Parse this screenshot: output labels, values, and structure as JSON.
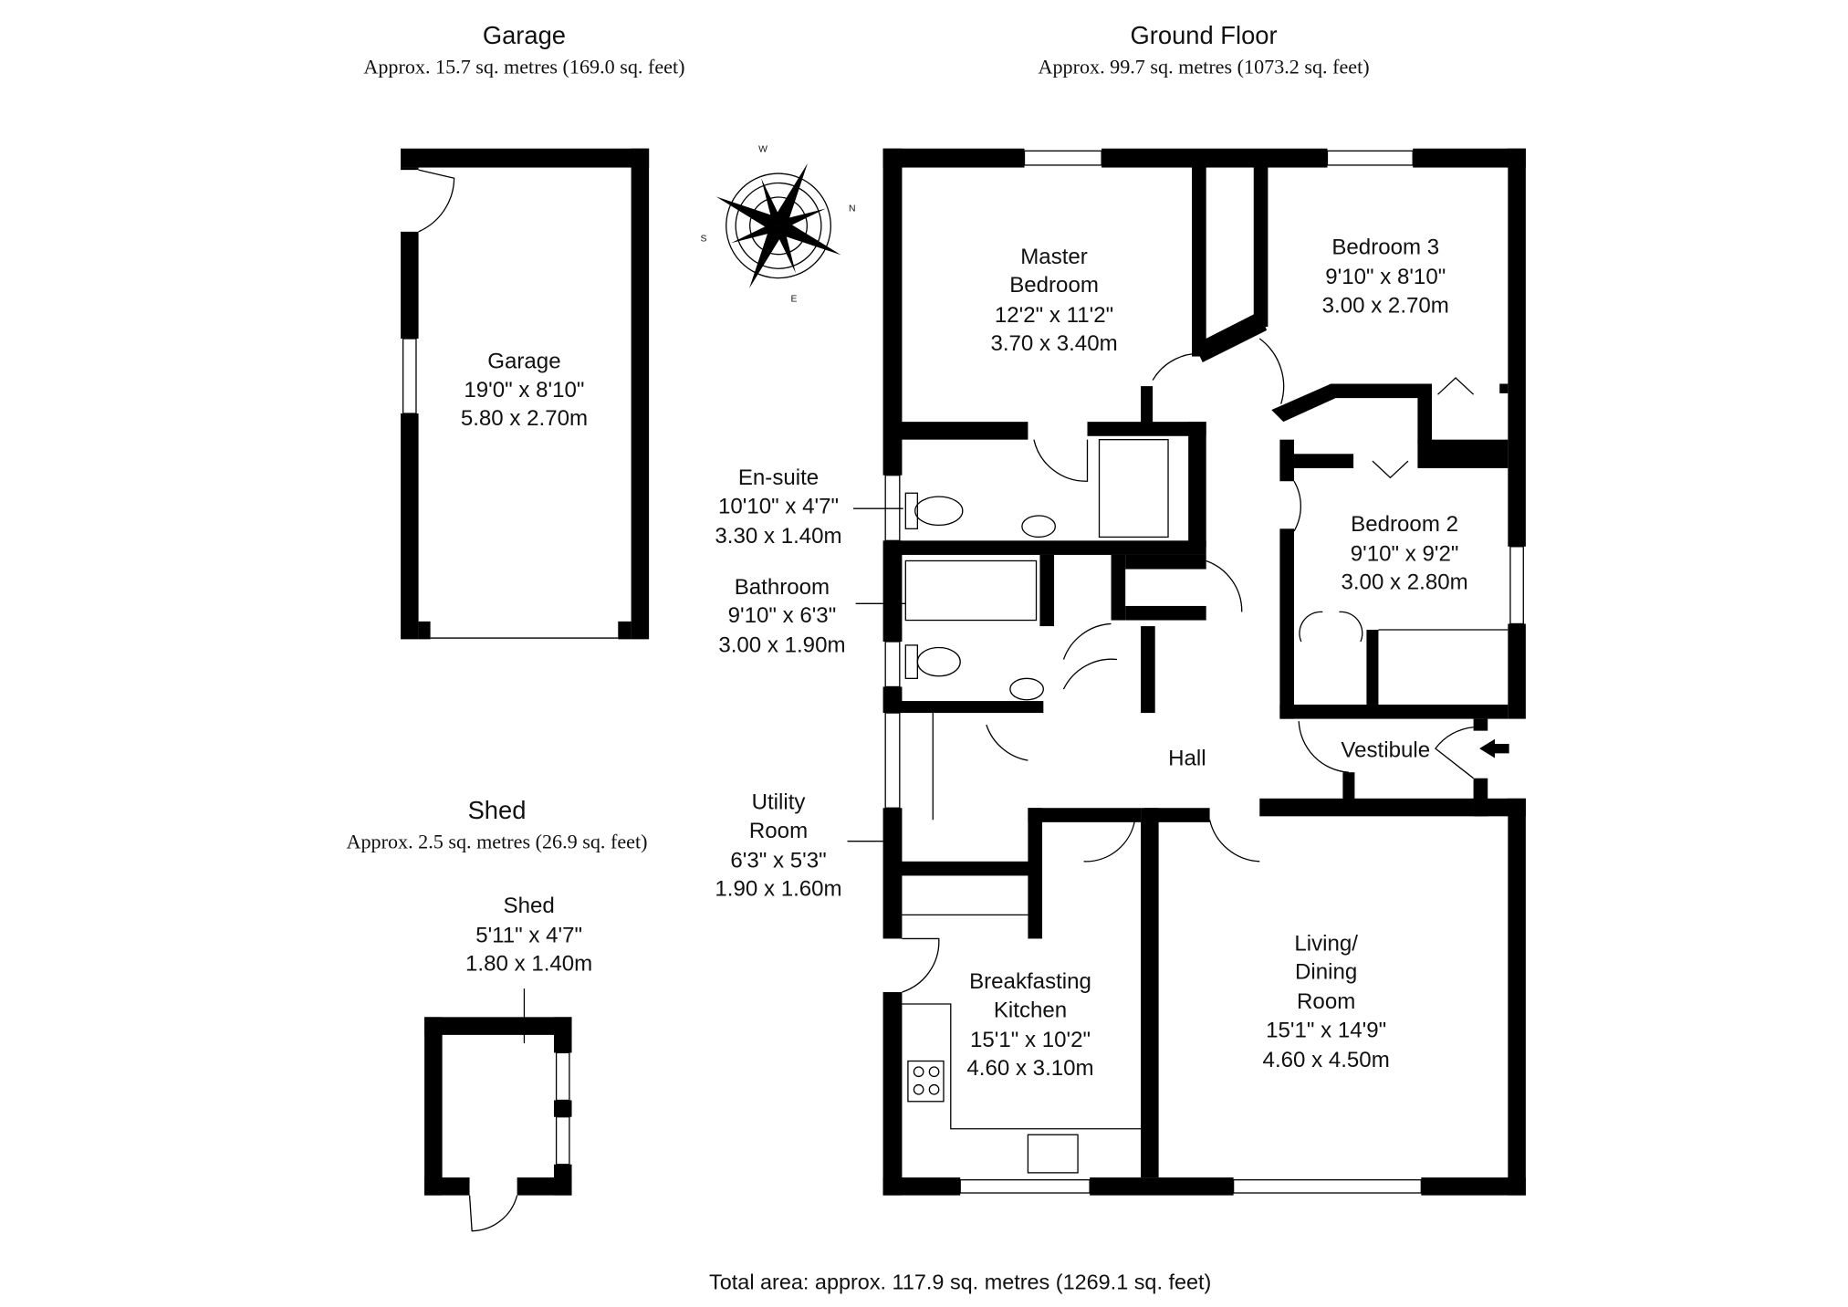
{
  "headers": {
    "garage": {
      "title": "Garage",
      "area": "Approx. 15.7 sq. metres (169.0 sq. feet)"
    },
    "ground_floor": {
      "title": "Ground Floor",
      "area": "Approx. 99.7 sq. metres (1073.2 sq. feet)"
    },
    "shed": {
      "title": "Shed",
      "area": "Approx. 2.5 sq. metres (26.9 sq. feet)"
    }
  },
  "rooms": {
    "garage": [
      "Garage",
      "19'0\" x 8'10\"",
      "5.80 x 2.70m"
    ],
    "master": [
      "Master",
      "Bedroom",
      "12'2\" x 11'2\"",
      "3.70 x 3.40m"
    ],
    "bedroom3": [
      "Bedroom 3",
      "9'10\" x 8'10\"",
      "3.00 x 2.70m"
    ],
    "ensuite": [
      "En-suite",
      "10'10\" x 4'7\"",
      "3.30 x 1.40m"
    ],
    "bathroom": [
      "Bathroom",
      "9'10\" x 6'3\"",
      "3.00 x 1.90m"
    ],
    "bedroom2": [
      "Bedroom 2",
      "9'10\" x 9'2\"",
      "3.00 x 2.80m"
    ],
    "hall": [
      "Hall"
    ],
    "vestibule": [
      "Vestibule"
    ],
    "utility": [
      "Utility",
      "Room",
      "6'3\" x 5'3\"",
      "1.90 x 1.60m"
    ],
    "shed": [
      "Shed",
      "5'11\" x 4'7\"",
      "1.80 x 1.40m"
    ],
    "kitchen": [
      "Breakfasting",
      "Kitchen",
      "15'1\" x 10'2\"",
      "4.60 x 3.10m"
    ],
    "living": [
      "Living/",
      "Dining",
      "Room",
      "15'1\" x 14'9\"",
      "4.60 x 4.50m"
    ]
  },
  "compass": {
    "n": "N",
    "s": "S",
    "e": "E",
    "w": "W"
  },
  "total": "Total area: approx. 117.9 sq. metres (1269.1 sq. feet)"
}
